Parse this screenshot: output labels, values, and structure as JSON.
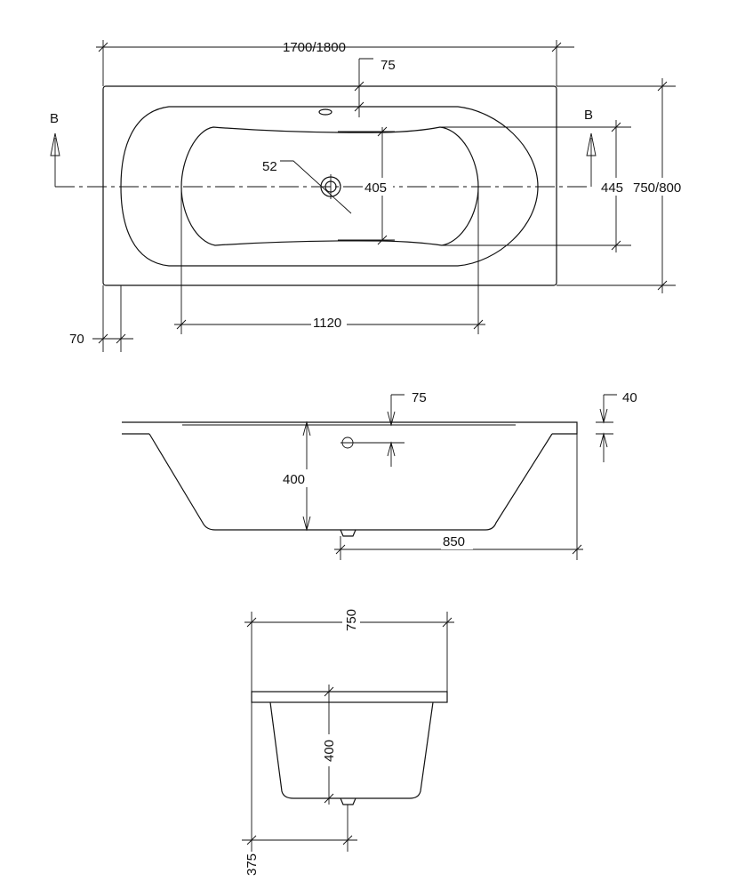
{
  "top_view": {
    "section_left": "B",
    "section_right": "B",
    "length": "1700/1800",
    "overflow_offset": "75",
    "waste_diameter": "52",
    "basin_width": "405",
    "inner_width": "445",
    "width": "750/800",
    "basin_length": "1120",
    "rim_offset": "70"
  },
  "side_view": {
    "overflow_offset": "75",
    "rim_thickness": "40",
    "depth": "400",
    "waste_position": "850"
  },
  "end_view": {
    "width": "750",
    "depth": "400",
    "waste_position": "375"
  }
}
